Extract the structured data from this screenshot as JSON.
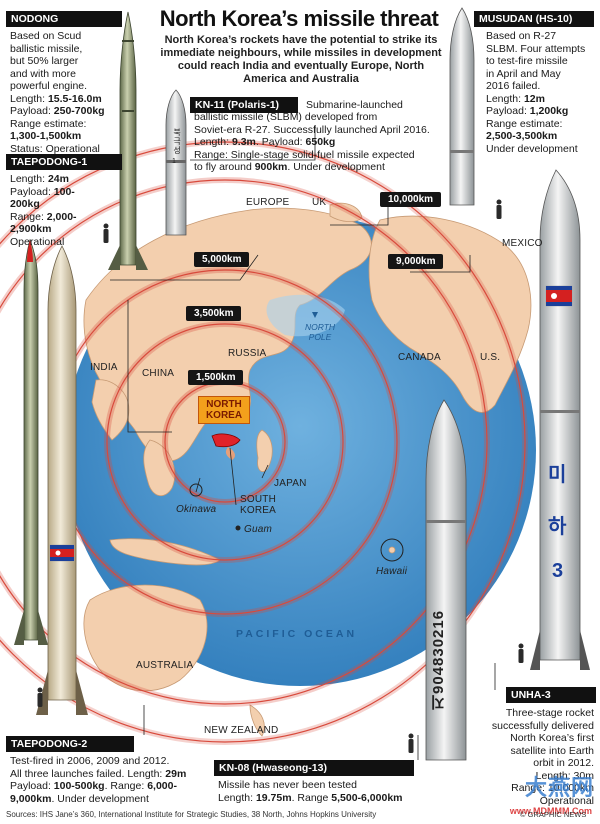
{
  "title": "North Korea’s missile threat",
  "intro": "North Korea’s rockets have the potential to strike its immediate neighbours, while missiles in development could reach India and eventually Europe, North America and Australia",
  "missiles": {
    "nodong": {
      "name": "NODONG",
      "l1": "Based on Scud",
      "l2": "ballistic missile,",
      "l3": "but 50% larger",
      "l4": "and with more",
      "l5": "powerful engine.",
      "l6a": "Length: ",
      "l6b": "15.5-16.0m",
      "l7a": "Payload: ",
      "l7b": "250-700kg",
      "l8": "Range estimate:",
      "l9": "1,300-1,500km",
      "l10": "Status: Operational"
    },
    "kn11": {
      "name": "KN-11 (Polaris-1)",
      "l1": "Submarine-launched",
      "l2": "ballistic missile (SLBM) developed from",
      "l3": "Soviet-era R-27. Successfully launched April 2016.",
      "l4a": "Length: ",
      "l4b": "9.3m",
      "l4c": ". Payload: ",
      "l4d": "650kg",
      "l5": "Range: Single-stage solid-fuel missile expected",
      "l6a": "to fly around ",
      "l6b": "900km",
      "l6c": ". Under development"
    },
    "musudan": {
      "name": "MUSUDAN (HS-10)",
      "l1": "Based on R-27",
      "l2": "SLBM. Four attempts",
      "l3": "to test-fire missile",
      "l4": "in April and May",
      "l5": "2016 failed.",
      "l6a": "Length: ",
      "l6b": "12m",
      "l7a": "Payload: ",
      "l7b": "1,200kg",
      "l8": "Range estimate:",
      "l9": "2,500-3,500km",
      "l10": "Under development"
    },
    "taepodong1": {
      "name": "TAEPODONG-1",
      "l1a": "Length: ",
      "l1b": "24m",
      "l2a": "Payload: ",
      "l2b": "100-200kg",
      "l3a": "Range: ",
      "l3b": "2,000-",
      "l4": "2,900km",
      "l5": "Operational"
    },
    "taepodong2": {
      "name": "TAEPODONG-2",
      "l1": "Test-fired in 2006, 2009 and 2012.",
      "l2a": "All three launches failed. Length: ",
      "l2b": "29m",
      "l3a": "Payload: ",
      "l3b": "100-500kg",
      "l3c": ". Range: ",
      "l3d": "6,000-",
      "l4a": "9,000km",
      "l4b": ". Under development"
    },
    "kn08": {
      "name": "KN-08 (Hwaseong-13)",
      "l1": "Missile has never been tested",
      "l2a": "Length: ",
      "l2b": "19.75m",
      "l2c": ". Range ",
      "l2d": "5,500-6,000km"
    },
    "unha3": {
      "name": "UNHA-3",
      "l1": "Three-stage rocket",
      "l2": "successfully delivered",
      "l3": "North Korea’s first",
      "l4": "satellite into Earth",
      "l5": "orbit in 2012.",
      "l6": "Length: 30m",
      "l7": "Range: 10,000km",
      "l8": "Operational"
    }
  },
  "ranges": {
    "r1500": "1,500km",
    "r3500": "3,500km",
    "r5000": "5,000km",
    "r9000": "9,000km",
    "r10000": "10,000km"
  },
  "map": {
    "north_korea": "NORTH KOREA",
    "south_korea": "SOUTH KOREA",
    "japan": "JAPAN",
    "china": "CHINA",
    "india": "INDIA",
    "russia": "RUSSIA",
    "europe": "EUROPE",
    "uk": "UK",
    "canada": "CANADA",
    "us": "U.S.",
    "mexico": "MEXICO",
    "australia": "AUSTRALIA",
    "new_zealand": "NEW ZEALAND",
    "okinawa": "Okinawa",
    "guam": "Guam",
    "hawaii": "Hawaii",
    "north_pole": "NORTH POLE",
    "pacific": "PACIFIC OCEAN"
  },
  "rocket_text": {
    "kn11_hangul": "북극성",
    "kn11_num": "1",
    "kn08_serial": "지904830216",
    "unha_chars": [
      "미",
      "하",
      "3"
    ]
  },
  "footer": {
    "sources": "Sources: IHS Jane’s 360, International Institute for Strategic Studies, 38 North, Johns Hopkins University",
    "credit": "© GRAPHIC NEWS"
  },
  "watermark": {
    "text": "大燕网",
    "url": "www.MDMMM.Com"
  },
  "colors": {
    "ocean": "#3f8dc9",
    "land": "#f3cfae",
    "range_ring": "#d84a3c",
    "north_korea": "#e0222a",
    "label_bg": "#151515"
  }
}
